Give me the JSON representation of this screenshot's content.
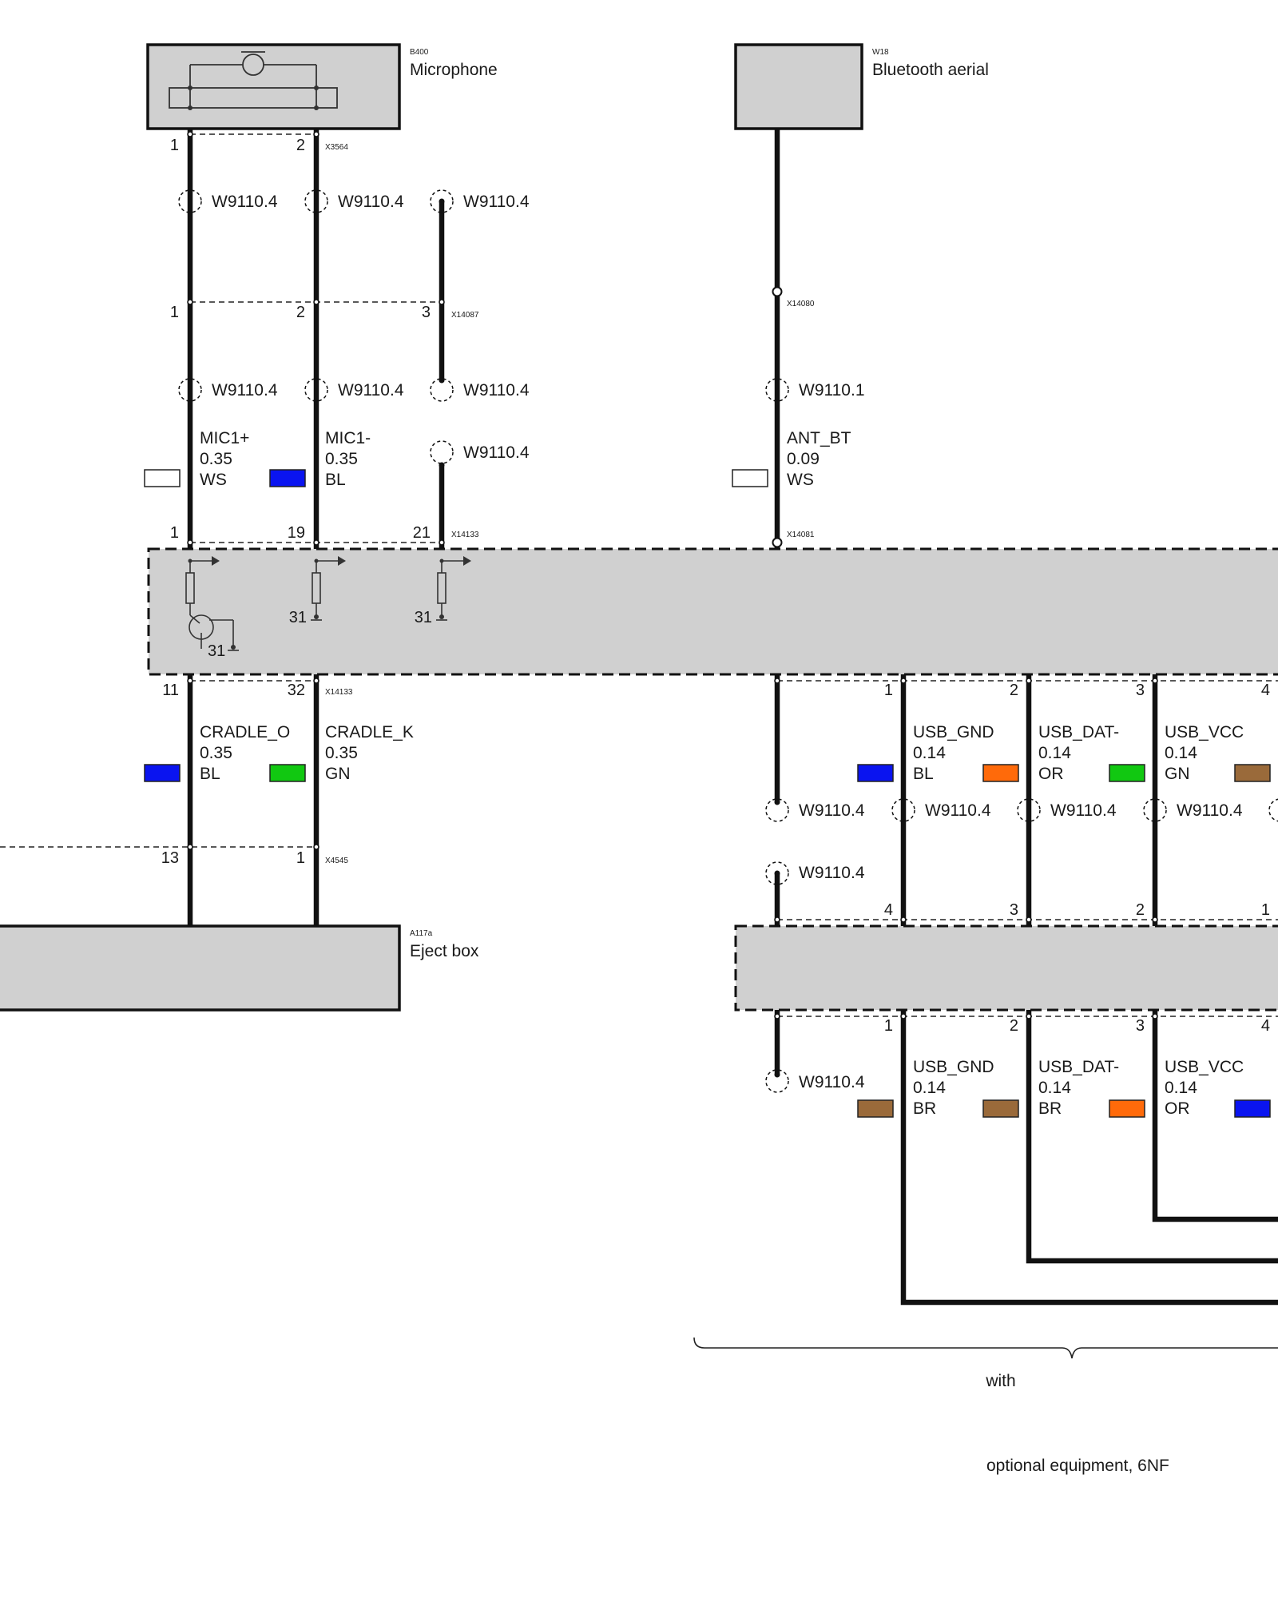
{
  "components": {
    "microphone": {
      "code": "B400",
      "name": "Microphone"
    },
    "bluetooth": {
      "code": "W18",
      "name": "Bluetooth aerial"
    },
    "eject": {
      "code": "A117a",
      "name": "Eject box"
    }
  },
  "connectors": {
    "mic": "X3564",
    "mid": "X14087",
    "ant1": "X14080",
    "ant2": "X14081",
    "ctrl_top": "X14133",
    "ctrl_bottom": "X14133",
    "eject": "X4545"
  },
  "shields": {
    "s1": "W9110.4",
    "s2": "W9110.4",
    "s3": "W9110.4",
    "s4": "W9110.4",
    "s5": "W9110.4",
    "s6": "W9110.4",
    "s7": "W9110.4",
    "s8": "W9110.1",
    "s9": "W9110.4",
    "s10": "W9110.4",
    "s11": "W9110.4",
    "s12": "W9110.4",
    "s13": "W9110.4",
    "s14": "W9110.4"
  },
  "pins": {
    "mic_1": "1",
    "mic_2": "2",
    "mid_1": "1",
    "mid_2": "2",
    "mid_3": "3",
    "ctrl_1": "1",
    "ctrl_19": "19",
    "ctrl_21": "21",
    "gnd_a": "31",
    "gnd_b": "31",
    "gnd_c": "31",
    "ctrl_11": "11",
    "ctrl_32": "32",
    "ej_13": "13",
    "ej_1": "1",
    "usbA_1": "1",
    "usbA_2": "2",
    "usbA_3": "3",
    "usbA_4": "4",
    "hubT_4": "4",
    "hubT_3": "3",
    "hubT_2": "2",
    "hubT_1": "1",
    "hubB_1": "1",
    "hubB_2": "2",
    "hubB_3": "3",
    "hubB_4": "4"
  },
  "wires": {
    "mic_plus": {
      "signal": "MIC1+",
      "size": "0.35",
      "color": "WS",
      "hex": "#ffffff"
    },
    "mic_minus": {
      "signal": "MIC1-",
      "size": "0.35",
      "color": "BL",
      "hex": "#0a14f0"
    },
    "ant_bt": {
      "signal": "ANT_BT",
      "size": "0.09",
      "color": "WS",
      "hex": "#ffffff"
    },
    "cradle_o": {
      "signal": "CRADLE_O",
      "size": "0.35",
      "color": "BL",
      "hex": "#0a14f0"
    },
    "cradle_k": {
      "signal": "CRADLE_K",
      "size": "0.35",
      "color": "GN",
      "hex": "#11c811"
    },
    "usbA_gnd": {
      "signal": "USB_GND",
      "size": "0.14",
      "color": "BL",
      "hex": "#0a14f0"
    },
    "usbA_dat": {
      "signal": "USB_DAT-",
      "size": "0.14",
      "color": "OR",
      "hex": "#ff6a0a"
    },
    "usbA_vcc": {
      "signal": "USB_VCC",
      "size": "0.14",
      "color": "GN",
      "hex": "#11c811"
    },
    "usbB_gnd": {
      "signal": "USB_GND",
      "size": "0.14",
      "color": "BR",
      "hex": "#9a6a3a"
    },
    "usbB_dat": {
      "signal": "USB_DAT-",
      "size": "0.14",
      "color": "BR",
      "hex": "#9a6a3a"
    },
    "usbB_vcc": {
      "signal": "USB_VCC",
      "size": "0.14",
      "color": "OR",
      "hex": "#ff6a0a"
    }
  },
  "swatch_colors": {
    "usbA_next": "#9a6a3a",
    "usbB_first": "#9a6a3a",
    "usbB_next": "#0a14f0"
  },
  "notes": {
    "with": "with",
    "optional": "optional equipment, 6NF"
  }
}
